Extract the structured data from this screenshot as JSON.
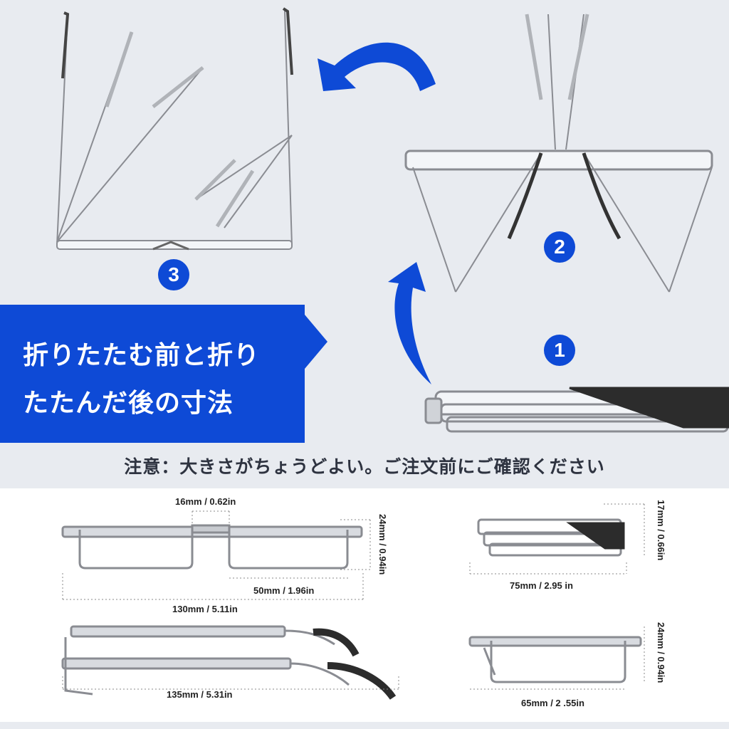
{
  "banner": {
    "line1": "折りたたむ前と折り",
    "line2": "たたんだ後の寸法"
  },
  "notice": "注意：大きさがちょうどよい。ご注文前にご確認ください",
  "steps": {
    "step1": "1",
    "step2": "2",
    "step3": "3"
  },
  "dimensions": {
    "bridge": "16mm / 0.62in",
    "lens_height": "24mm / 0.94in",
    "lens_width": "50mm / 1.96in",
    "frame_width": "130mm / 5.11in",
    "folded_height": "17mm / 0.66in",
    "folded_width": "75mm / 2.95 in",
    "temple_length": "135mm / 5.31in",
    "half_folded_width": "65mm / 2 .55in",
    "half_folded_height": "24mm / 0.94in"
  },
  "colors": {
    "accent": "#0e4ad6",
    "panel": "#e8ebf0",
    "frame": "#8a8c92"
  }
}
